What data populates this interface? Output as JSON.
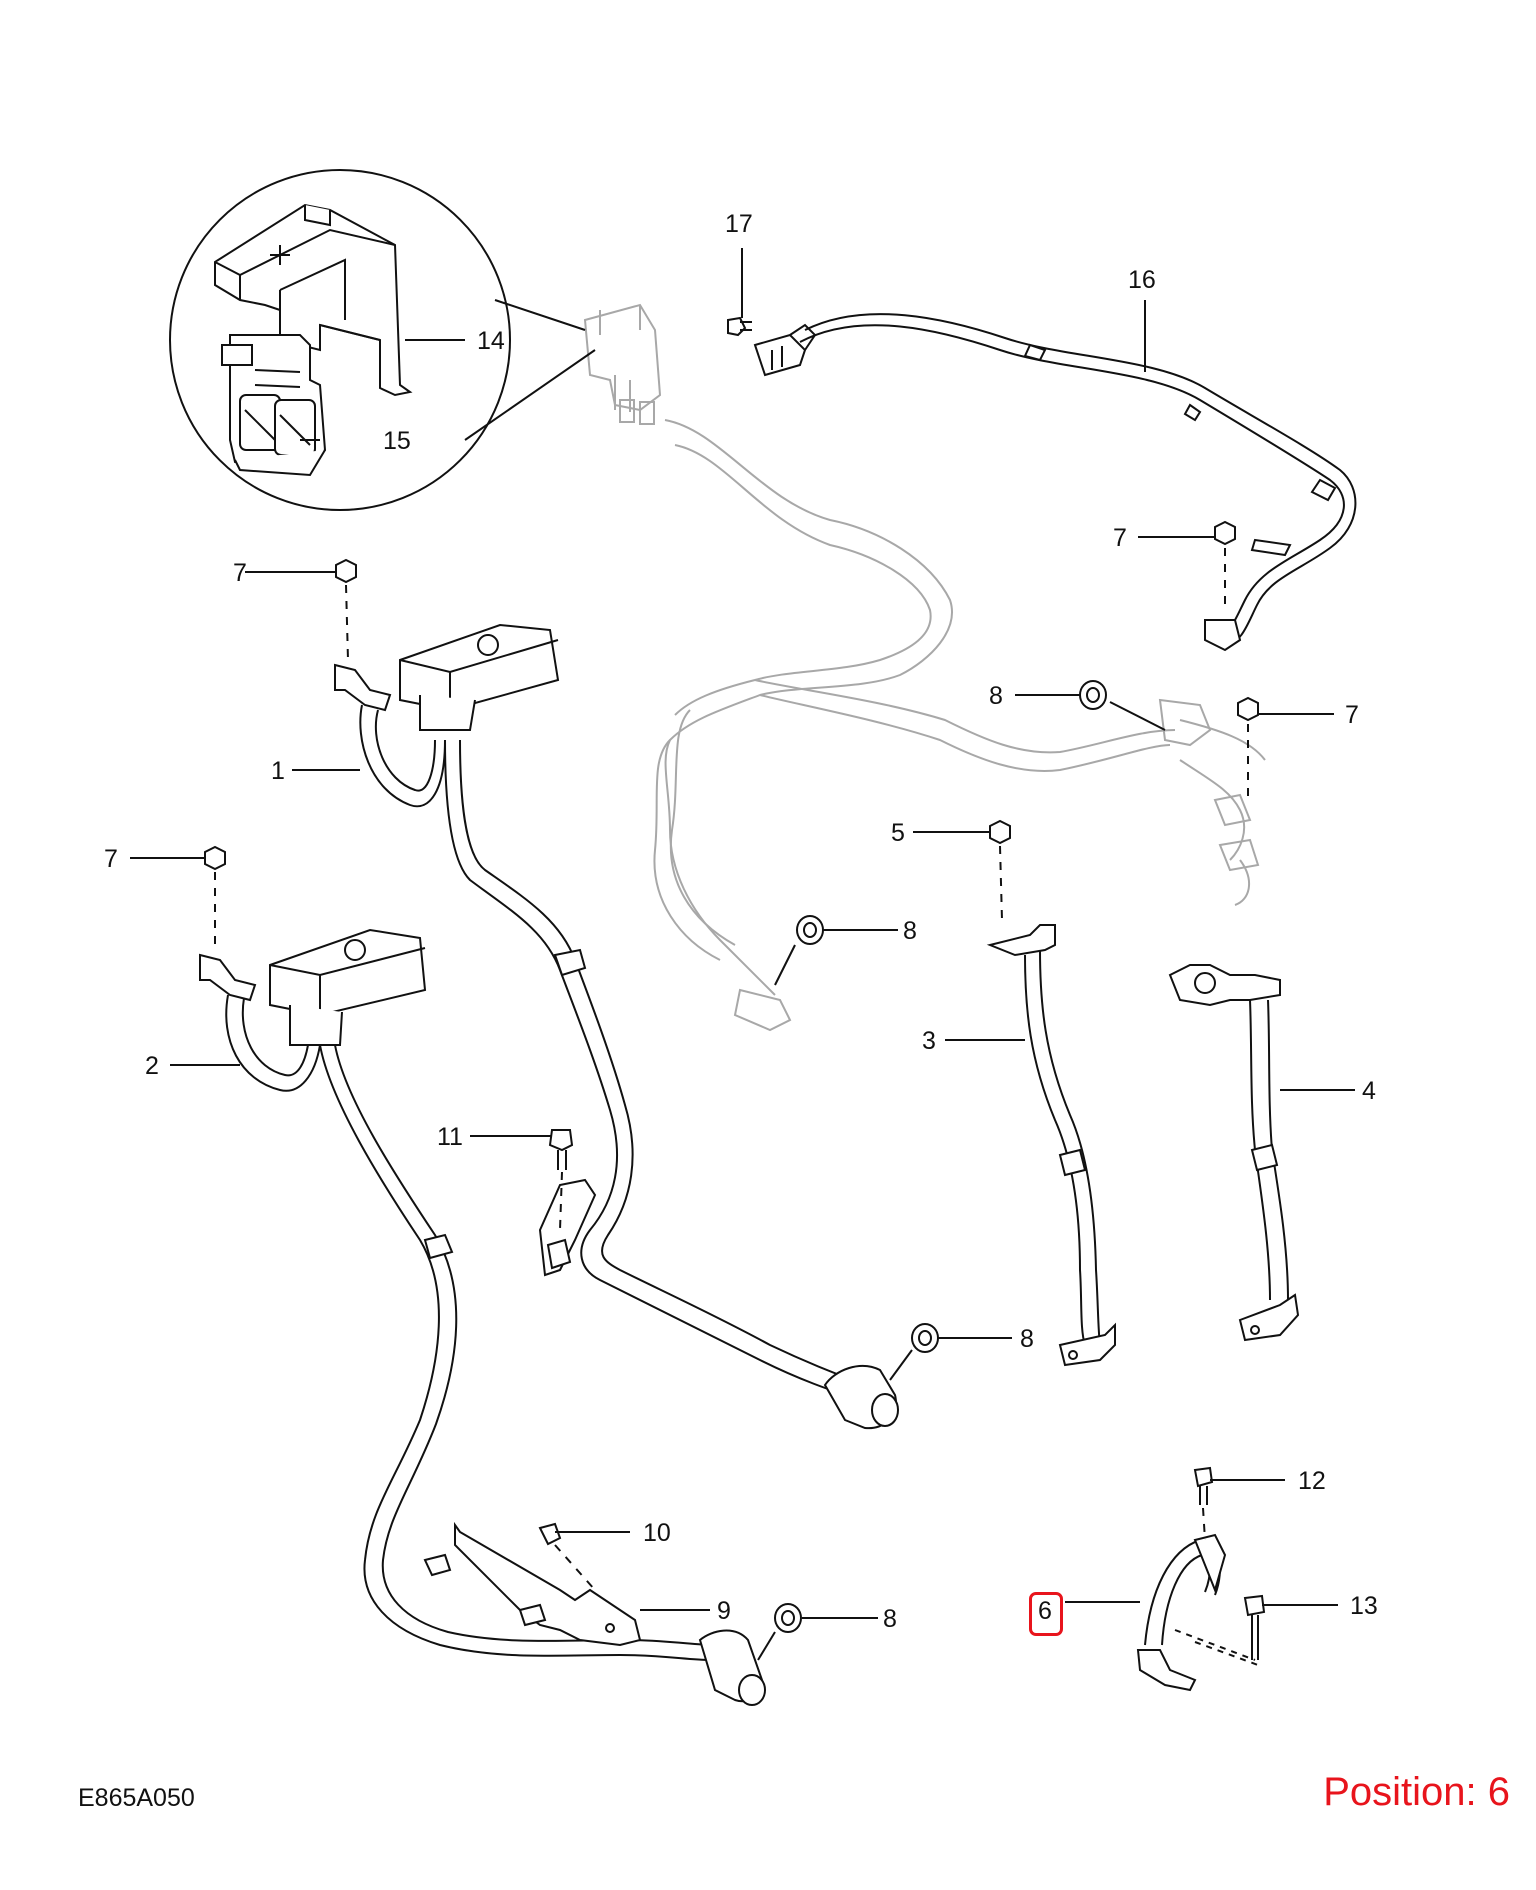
{
  "diagram": {
    "callouts": [
      {
        "id": "c14",
        "label": "14"
      },
      {
        "id": "c15",
        "label": "15"
      },
      {
        "id": "c17",
        "label": "17"
      },
      {
        "id": "c16",
        "label": "16"
      },
      {
        "id": "c7a",
        "label": "7"
      },
      {
        "id": "c7b",
        "label": "7"
      },
      {
        "id": "c7c",
        "label": "7"
      },
      {
        "id": "c7d",
        "label": "7"
      },
      {
        "id": "c8a",
        "label": "8"
      },
      {
        "id": "c8b",
        "label": "8"
      },
      {
        "id": "c8c",
        "label": "8"
      },
      {
        "id": "c8d",
        "label": "8"
      },
      {
        "id": "c1",
        "label": "1"
      },
      {
        "id": "c2",
        "label": "2"
      },
      {
        "id": "c3",
        "label": "3"
      },
      {
        "id": "c4",
        "label": "4"
      },
      {
        "id": "c5",
        "label": "5"
      },
      {
        "id": "c6",
        "label": "6"
      },
      {
        "id": "c9",
        "label": "9"
      },
      {
        "id": "c10",
        "label": "10"
      },
      {
        "id": "c11",
        "label": "11"
      },
      {
        "id": "c12",
        "label": "12"
      },
      {
        "id": "c13",
        "label": "13"
      }
    ],
    "drawing_code": "E865A050",
    "position_text": "Position: 6",
    "colors": {
      "line": "#111111",
      "ghost": "#a8a8a8",
      "highlight": "#e8141c"
    }
  }
}
